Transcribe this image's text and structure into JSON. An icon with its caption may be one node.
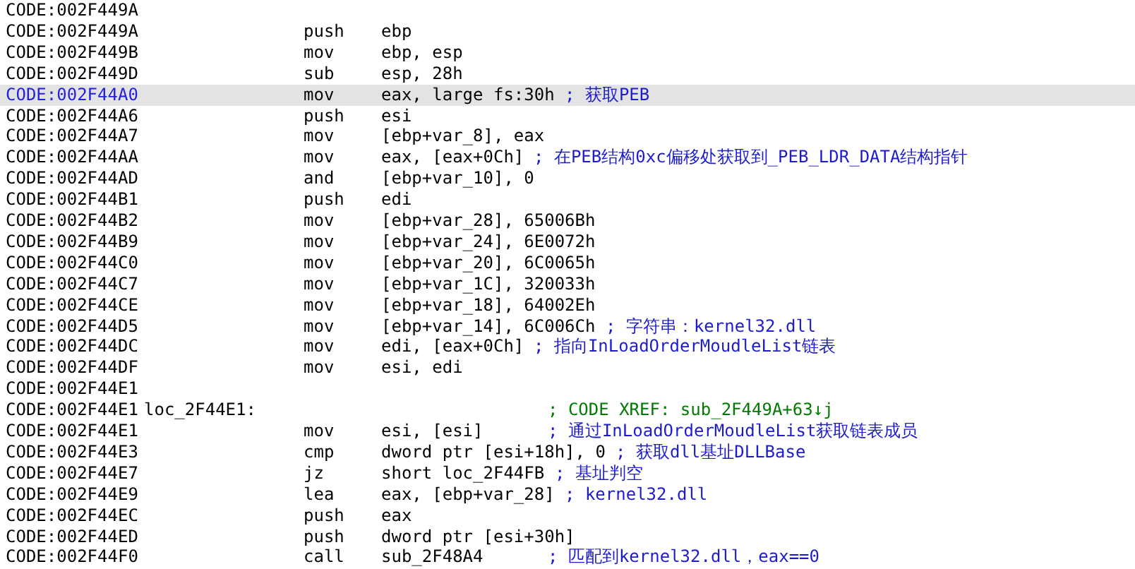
{
  "diagram": {
    "labels": [
      "CODE:002F449A",
      "CODE:002F449A",
      "push",
      "ebp",
      "CODE:002F449B",
      "mov",
      "ebp, esp",
      "CODE:002F449D",
      "sub",
      "esp, 28h",
      "CODE:002F44A0",
      "mov",
      "eax, large fs:30h",
      "; 获取PEB",
      "CODE:002F44A6",
      "push",
      "esi",
      "CODE:002F44A7",
      "mov",
      "[ebp+var_8], eax",
      "CODE:002F44AA",
      "mov",
      "eax, [eax+0Ch]",
      "; 在PEB结构0xc偏移处获取到_PEB_LDR_DATA结构指针",
      "CODE:002F44AD",
      "and",
      "[ebp+var_10], 0",
      "CODE:002F44B1",
      "push",
      "edi",
      "CODE:002F44B2",
      "mov",
      "[ebp+var_28], 65006Bh",
      "CODE:002F44B9",
      "mov",
      "[ebp+var_24], 6E0072h",
      "CODE:002F44C0",
      "mov",
      "[ebp+var_20], 6C0065h",
      "CODE:002F44C7",
      "mov",
      "[ebp+var_1C], 320033h",
      "CODE:002F44CE",
      "mov",
      "[ebp+var_18], 64002Eh",
      "CODE:002F44D5",
      "mov",
      "[ebp+var_14], 6C006Ch",
      "; 字符串：kernel32.dll",
      "CODE:002F44DC",
      "mov",
      "edi, [eax+0Ch]",
      "; 指向InLoadOrderMoudleList链表",
      "CODE:002F44DF",
      "mov",
      "esi, edi",
      "CODE:002F44E1",
      "CODE:002F44E1",
      "loc_2F44E1:",
      "; CODE XREF: sub_2F449A+63↓j",
      "CODE:002F44E1",
      "mov",
      "esi, [esi]",
      "; 通过InLoadOrderMoudleList获取链表成员",
      "CODE:002F44E3",
      "cmp",
      "dword ptr [esi+18h], 0",
      "; 获取dll基址DLLBase",
      "CODE:002F44E7",
      "jz",
      "short loc_2F44FB",
      "; 基址判空",
      "CODE:002F44E9",
      "lea",
      "eax, [ebp+var_28]",
      "; kernel32.dll",
      "CODE:002F44EC",
      "push",
      "eax",
      "CODE:002F44ED",
      "push",
      "dword ptr [esi+30h]",
      "CODE:002F44F0",
      "call",
      "sub_2F48A4",
      "; 匹配到kernel32.dll，eax==0"
    ]
  }
}
